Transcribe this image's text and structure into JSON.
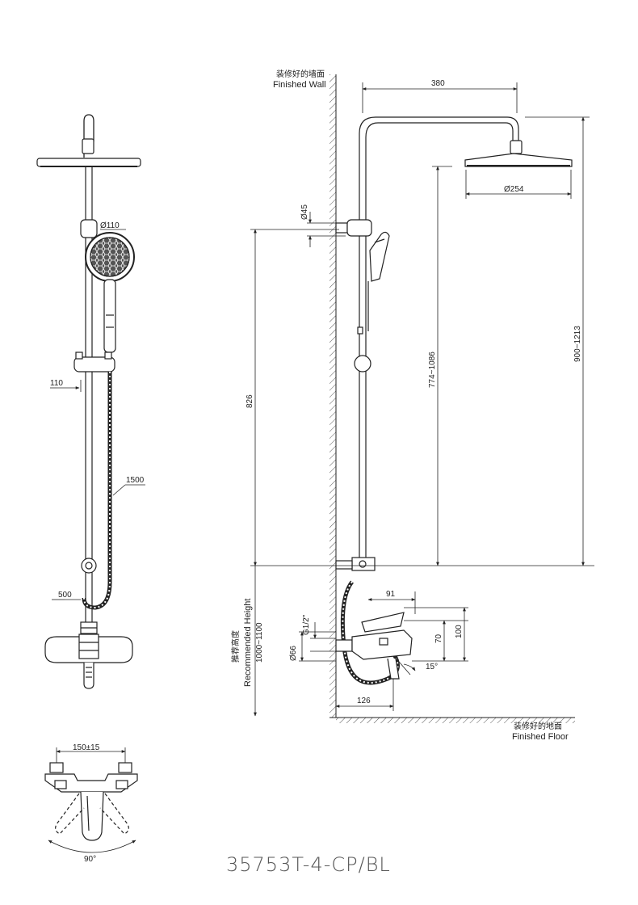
{
  "labels": {
    "wall_cn": "装修好的墙面",
    "wall_en": "Finished Wall",
    "floor_cn": "装修好的地面",
    "floor_en": "Finished Floor",
    "rec_cn": "推荐高度",
    "rec_en": "Recommended Height",
    "rec_range": "1000~1100",
    "model": "35753T-4-CP/BL"
  },
  "dimensions": {
    "arm_length": "380",
    "head_dia": "Ø254",
    "bracket_dia": "Ø45",
    "handshower_dia": "Ø110",
    "holder_offset": "110",
    "hose_long": "1500",
    "hose_short": "500",
    "bar_height": "826",
    "head_adj": "774~1086",
    "total_adj": "900~1213",
    "spout_proj": "91",
    "thread": "G1/2\"",
    "flange_dia": "Ø66",
    "body_h1": "70",
    "body_h2": "100",
    "angle_tilt": "15°",
    "body_depth": "126",
    "centers": "150±15",
    "handle_angle": "90°"
  }
}
